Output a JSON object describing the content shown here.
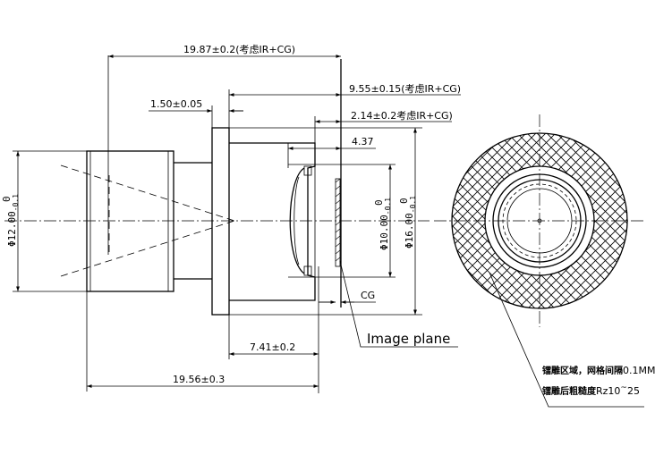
{
  "dimensions": {
    "total_length_ir": "19.87±0.2(考虑IR+CG)",
    "flange_to_plane": "9.55±0.15(考虑IR+CG)",
    "flange_width": "1.50±0.05",
    "back_focal": "2.14±0.2考虑IR+CG)",
    "lens_depth": "4.37",
    "thread_diameter_base": "Φ12.00",
    "thread_diameter_tol": "-0.1",
    "thread_diameter_upper": "0",
    "lens_diameter_base": "Φ10.00",
    "lens_diameter_tol": "-0.1",
    "lens_diameter_upper": "0",
    "flange_diameter_base": "Φ16.00",
    "flange_diameter_tol": "-0.1",
    "flange_diameter_upper": "0",
    "cg_label": "CG",
    "rear_length": "7.41±0.2",
    "overall_length": "19.56±0.3"
  },
  "labels": {
    "image_plane": "Image plane"
  },
  "notes": {
    "line1_prefix": "镭雕区域，网格间隔",
    "line1_value": "0.1MM",
    "line2_prefix": "镭雕后粗糙度",
    "line2_value": "Rz10",
    "line2_tilde": "~",
    "line2_value_end": "25"
  }
}
